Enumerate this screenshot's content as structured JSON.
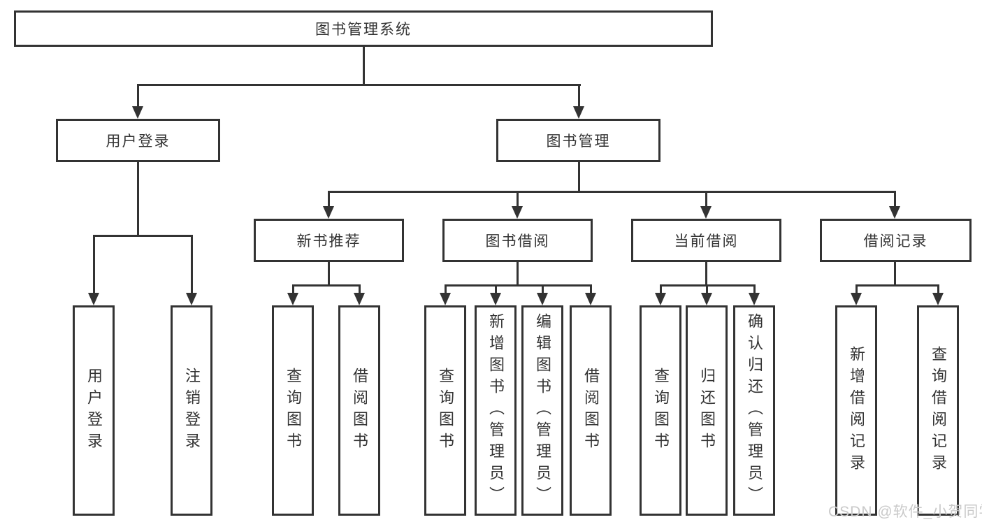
{
  "diagram": {
    "title": "图书管理系统",
    "type": "hierarchy-tree",
    "colors": {
      "line": "#333333",
      "text": "#333333",
      "background": "#ffffff",
      "watermark": "#c9c9c9"
    },
    "nodes": {
      "root": {
        "label": "图书管理系统"
      },
      "user_login": {
        "label": "用户登录"
      },
      "book_mgmt": {
        "label": "图书管理"
      },
      "new_book": {
        "label": "新书推荐"
      },
      "borrow": {
        "label": "图书借阅"
      },
      "current": {
        "label": "当前借阅"
      },
      "record": {
        "label": "借阅记录"
      },
      "leaf_user_login": {
        "label": "用户登录"
      },
      "leaf_logout": {
        "label": "注销登录"
      },
      "leaf_nb_query": {
        "label": "查询图书"
      },
      "leaf_nb_borrow": {
        "label": "借阅图书"
      },
      "leaf_bw_query": {
        "label": "查询图书"
      },
      "leaf_bw_add": {
        "label": "新增图书（管理员）"
      },
      "leaf_bw_edit": {
        "label": "编辑图书（管理员）"
      },
      "leaf_bw_borrow": {
        "label": "借阅图书"
      },
      "leaf_cur_query": {
        "label": "查询图书"
      },
      "leaf_cur_return": {
        "label": "归还图书"
      },
      "leaf_cur_confirm": {
        "label": "确认归还（管理员）"
      },
      "leaf_rec_add": {
        "label": "新增借阅记录"
      },
      "leaf_rec_query": {
        "label": "查询借阅记录"
      }
    },
    "edges": [
      "图书管理系统 → 用户登录",
      "图书管理系统 → 图书管理",
      "用户登录 → 用户登录",
      "用户登录 → 注销登录",
      "图书管理 → 新书推荐",
      "图书管理 → 图书借阅",
      "图书管理 → 当前借阅",
      "图书管理 → 借阅记录",
      "新书推荐 → 查询图书",
      "新书推荐 → 借阅图书",
      "图书借阅 → 查询图书",
      "图书借阅 → 新增图书（管理员）",
      "图书借阅 → 编辑图书（管理员）",
      "图书借阅 → 借阅图书",
      "当前借阅 → 查询图书",
      "当前借阅 → 归还图书",
      "当前借阅 → 确认归还（管理员）",
      "借阅记录 → 新增借阅记录",
      "借阅记录 → 查询借阅记录"
    ],
    "watermark": "CSDN @软件_小贺同学"
  }
}
